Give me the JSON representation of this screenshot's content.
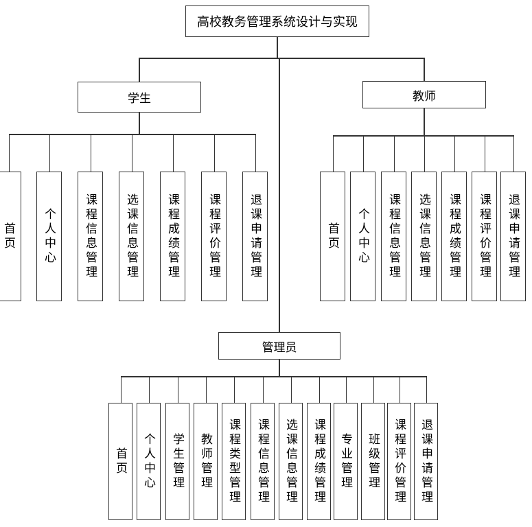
{
  "root": "高校教务管理系统设计与实现",
  "student": {
    "label": "学生",
    "modules": [
      "首页",
      "个人中心",
      "课程信息管理",
      "选课信息管理",
      "课程成绩管理",
      "课程评价管理",
      "退课申请管理"
    ]
  },
  "teacher": {
    "label": "教师",
    "modules": [
      "首页",
      "个人中心",
      "课程信息管理",
      "选课信息管理",
      "课程成绩管理",
      "课程评价管理",
      "退课申请管理"
    ]
  },
  "admin": {
    "label": "管理员",
    "modules": [
      "首页",
      "个人中心",
      "学生管理",
      "教师管理",
      "课程类型管理",
      "课程信息管理",
      "选课信息管理",
      "课程成绩管理",
      "专业管理",
      "班级管理",
      "课程评价管理",
      "退课申请管理"
    ]
  }
}
